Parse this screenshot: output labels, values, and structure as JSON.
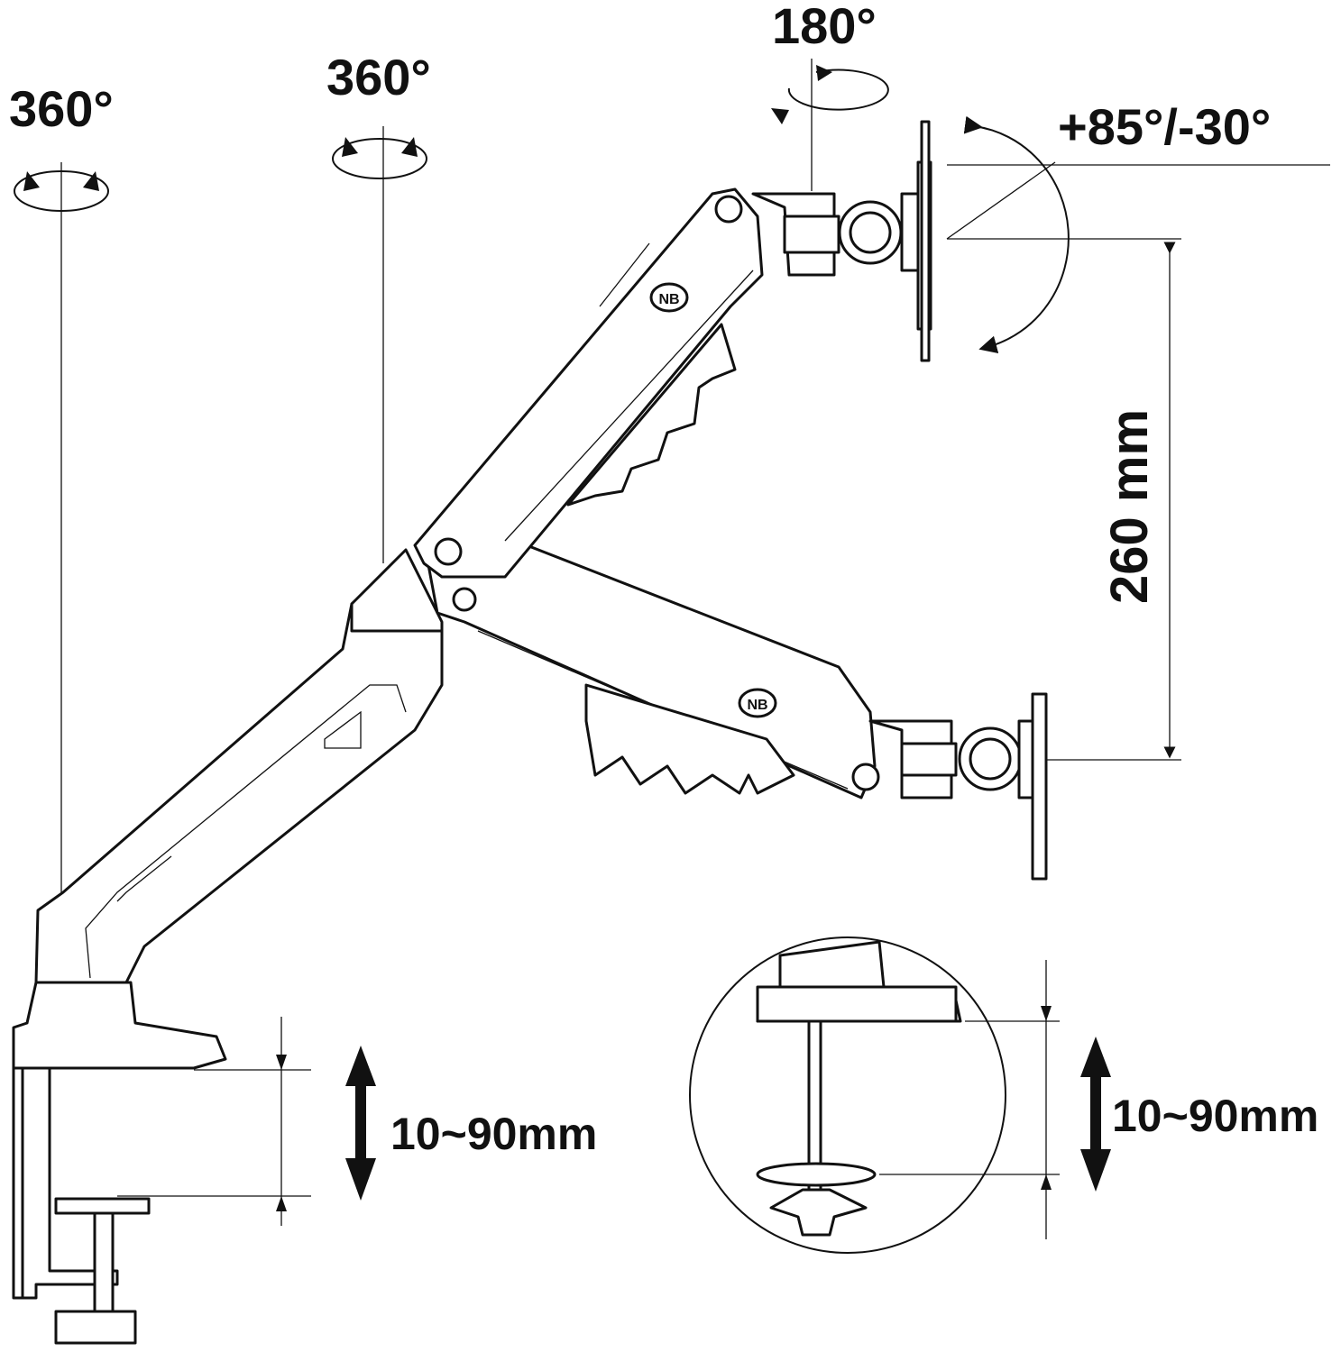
{
  "labels": {
    "base_rotation": "360°",
    "elbow_rotation": "360°",
    "head_swivel": "180°",
    "tilt": "+85°/-30°",
    "height_range": "260 mm",
    "clamp_thickness": "10~90mm",
    "grommet_thickness": "10~90mm"
  },
  "logo_text": "NB",
  "colors": {
    "ink": "#111111",
    "background": "#ffffff"
  }
}
